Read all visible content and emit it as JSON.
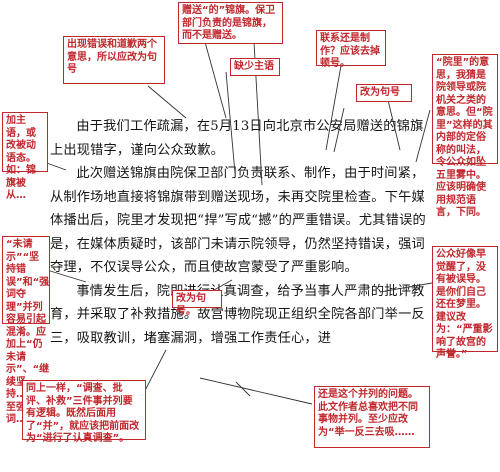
{
  "document": {
    "paragraphs": [
      "由于我们工作疏漏，在5月13日向北京市公安局赠送的锦旗上出现错字，谨向公众致歉。",
      "此次赠送锦旗由院保卫部门负责联系、制作，由于时间紧，从制作场地直接将锦旗带到赠送现场，未再交院里检查。下午媒体播出后，院里才发现把“捍”写成“撼”的严重错误。尤其错误的是，在媒体质疑时，该部门未请示院领导，仍然坚持错误，强词夺理，不仅误导公众，而且使故宫蒙受了严重影响。",
      "事情发生后，院即进行认真调查，给予当事人严肃的批评教育，并采取了补救措施。故宫博物院现正组织全院各部门举一反三，吸取教训，堵塞漏洞，增强工作责任心，进"
    ]
  },
  "annotations": {
    "top_center": "赠送“的”锦旗。保卫部门负责的是锦旗，而不是赠送。",
    "upper_left": "出现错误和道歉两个意思，所以应改为句号",
    "missing_subject": "缺少主语",
    "top_right": "联系还是制作？应该去掉顿号。",
    "far_right_top": "“院里”的意思，我猜是院领导或院机关之类的意思。但“院里”这样的其内部的定俗称的叫法，令公众如坠五里雾中。应该明确使用规范语言，下同。",
    "change_period": "改为句号",
    "left_passive": "加主语，或改被动语态。如：锦旗被从…",
    "left_weiqingshi": "“未请示”“坚持错误”和“强词夺理”并列容易引起混淆。应加上“仍未请示”、“继续坚持…”、“乃至强词…”",
    "right_public": "公众好像早觉醒了，没有被误导。是你们自己还在梦里。建议改为：“严重影响了故宫的声誉。”",
    "change_period_2": "改为句号。",
    "bottom_left": "同上一样，“调查、批评、补救”三件事并列要有逻辑。既然后面用了“并”，就应该把前面改为“进行了认真调查”。",
    "bottom_right": "还是这个并列的问题。此文作者总喜欢把不同事物并列。至少应改为“举一反三去吸……"
  }
}
